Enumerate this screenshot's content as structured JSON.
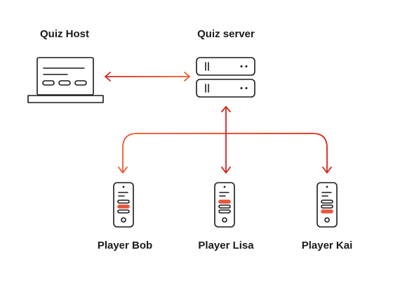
{
  "nodes": {
    "quiz_host": {
      "label": "Quiz Host",
      "icon": "laptop-icon"
    },
    "quiz_server": {
      "label": "Quiz server",
      "icon": "server-icon"
    },
    "players": [
      {
        "label": "Player Bob",
        "icon": "phone-icon"
      },
      {
        "label": "Player Lisa",
        "icon": "phone-icon"
      },
      {
        "label": "Player Kai",
        "icon": "phone-icon"
      }
    ]
  },
  "colors": {
    "stroke": "#1a1a1a",
    "arrow_red": "#d8221a",
    "arrow_orange": "#ee5a2a",
    "highlight": "#e8553a"
  }
}
